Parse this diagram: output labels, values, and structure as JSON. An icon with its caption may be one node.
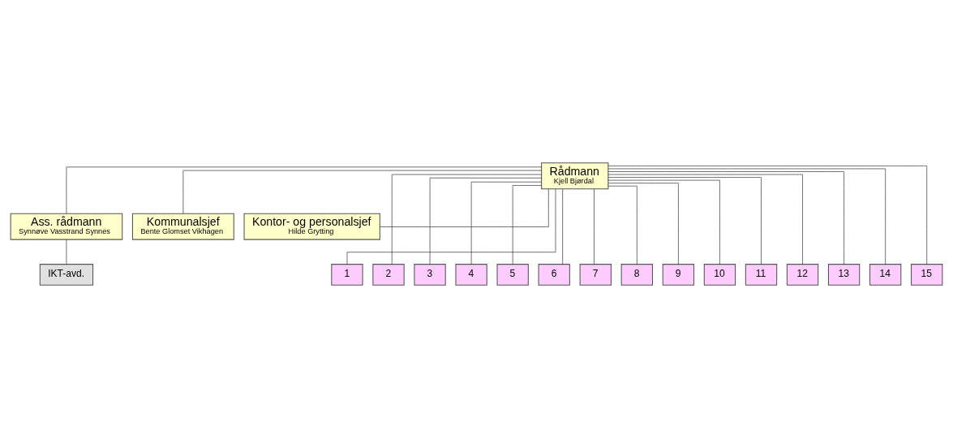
{
  "diagram": {
    "nodes": [
      {
        "text": [
          "Rådmann",
          "Kjell Bjørdal"
        ]
      },
      {
        "text": [
          "Ass. rådmann",
          "Synnøve Vasstrand Synnes"
        ]
      },
      {
        "text": [
          "Kommunalsjef",
          "Bente Glomset Vikhagen"
        ]
      },
      {
        "text": [
          "Kontor- og personalsjef",
          "Hilde Grytting"
        ]
      },
      {
        "text": [
          "IKT-avd."
        ]
      },
      {
        "text": [
          "1"
        ]
      },
      {
        "text": [
          "2"
        ]
      },
      {
        "text": [
          "3"
        ]
      },
      {
        "text": [
          "4"
        ]
      },
      {
        "text": [
          "5"
        ]
      },
      {
        "text": [
          "6"
        ]
      },
      {
        "text": [
          "7"
        ]
      },
      {
        "text": [
          "8"
        ]
      },
      {
        "text": [
          "9"
        ]
      },
      {
        "text": [
          "10"
        ]
      },
      {
        "text": [
          "11"
        ]
      },
      {
        "text": [
          "12"
        ]
      },
      {
        "text": [
          "13"
        ]
      },
      {
        "text": [
          "14"
        ]
      },
      {
        "text": [
          "15"
        ]
      }
    ],
    "edges": [
      {
        "from": 0,
        "to": 1,
        "arrow": "none"
      },
      {
        "from": 0,
        "to": 2,
        "arrow": "none"
      },
      {
        "from": 0,
        "to": 3,
        "arrow": "none"
      },
      {
        "from": 1,
        "to": 4,
        "arrow": "none"
      },
      {
        "from": 0,
        "to": 5,
        "arrow": "none"
      },
      {
        "from": 0,
        "to": 6,
        "arrow": "none"
      },
      {
        "from": 0,
        "to": 7,
        "arrow": "none"
      },
      {
        "from": 0,
        "to": 8,
        "arrow": "none"
      },
      {
        "from": 0,
        "to": 9,
        "arrow": "none"
      },
      {
        "from": 0,
        "to": 10,
        "arrow": "none"
      },
      {
        "from": 0,
        "to": 11,
        "arrow": "none"
      },
      {
        "from": 0,
        "to": 12,
        "arrow": "none"
      },
      {
        "from": 0,
        "to": 13,
        "arrow": "none"
      },
      {
        "from": 0,
        "to": 14,
        "arrow": "none"
      },
      {
        "from": 0,
        "to": 15,
        "arrow": "none"
      },
      {
        "from": 0,
        "to": 16,
        "arrow": "none"
      },
      {
        "from": 0,
        "to": 17,
        "arrow": "none"
      },
      {
        "from": 0,
        "to": 18,
        "arrow": "none"
      },
      {
        "from": 0,
        "to": 19,
        "arrow": "none"
      }
    ]
  }
}
